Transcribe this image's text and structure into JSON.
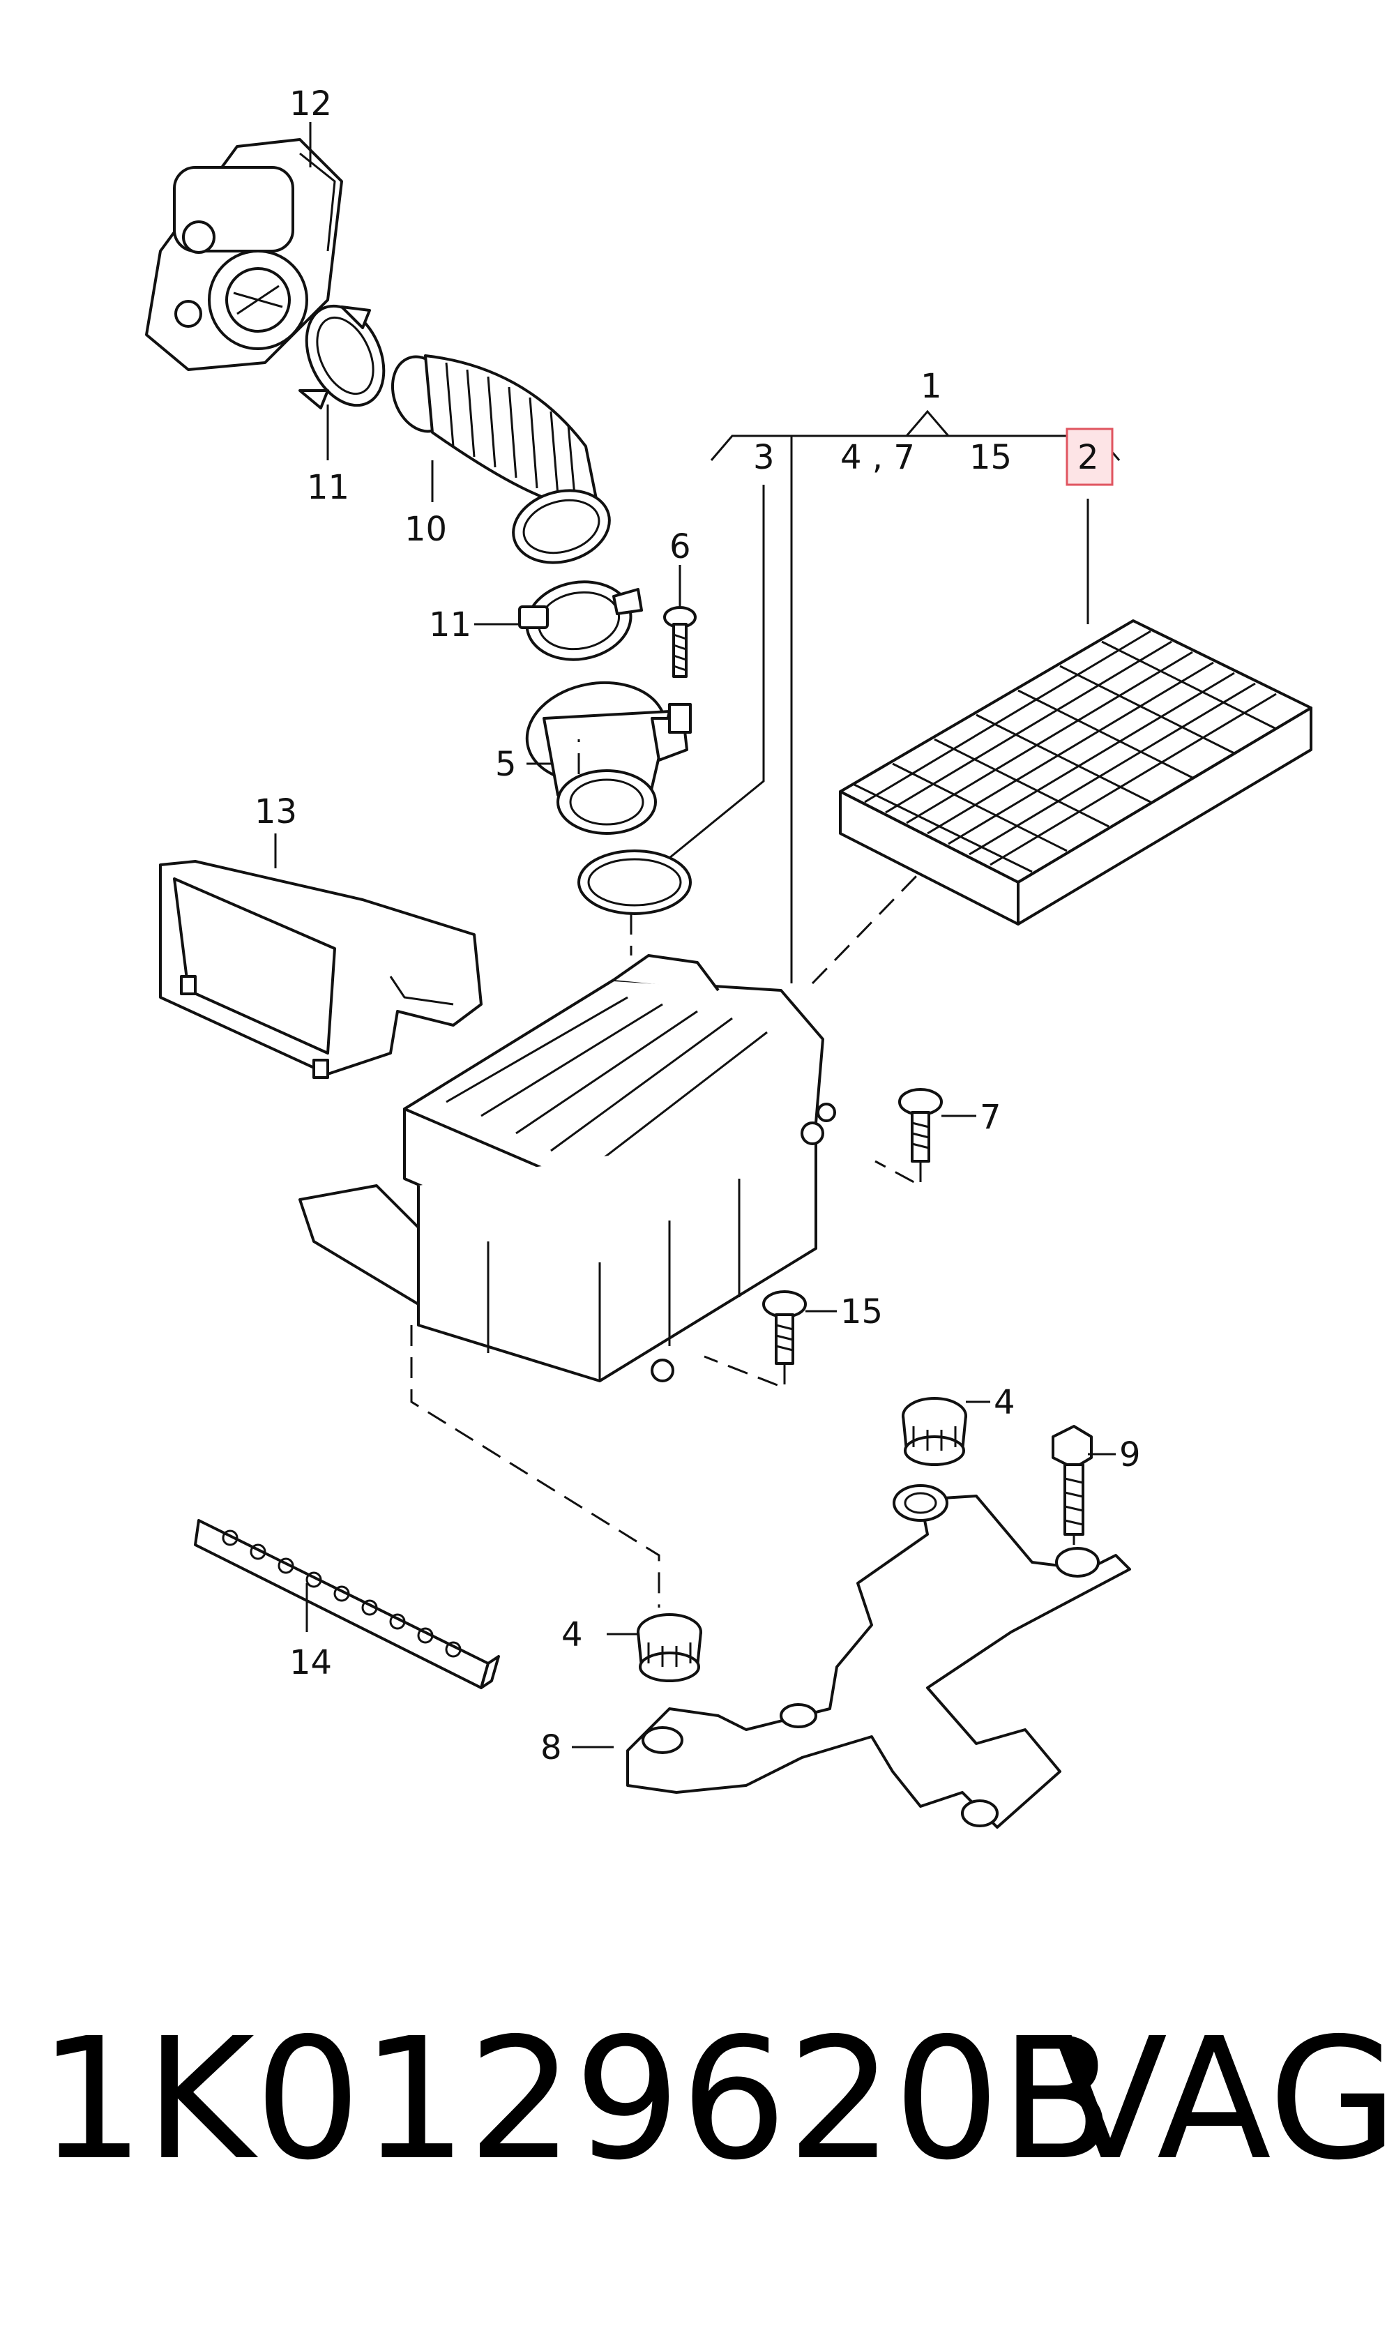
{
  "diagram": {
    "callouts": {
      "c1": "1",
      "c2": "2",
      "c3": "3",
      "c4_7": "4 , 7",
      "c15_top": "15",
      "c4_a": "4",
      "c4_b": "4",
      "c5": "5",
      "c6": "6",
      "c7": "7",
      "c8": "8",
      "c9": "9",
      "c10": "10",
      "c11_a": "11",
      "c11_b": "11",
      "c12": "12",
      "c13": "13",
      "c14": "14",
      "c15_side": "15"
    },
    "highlight_color": "#e05560"
  },
  "footer": {
    "part_number": "1K0129620B",
    "brand": "VAG"
  }
}
